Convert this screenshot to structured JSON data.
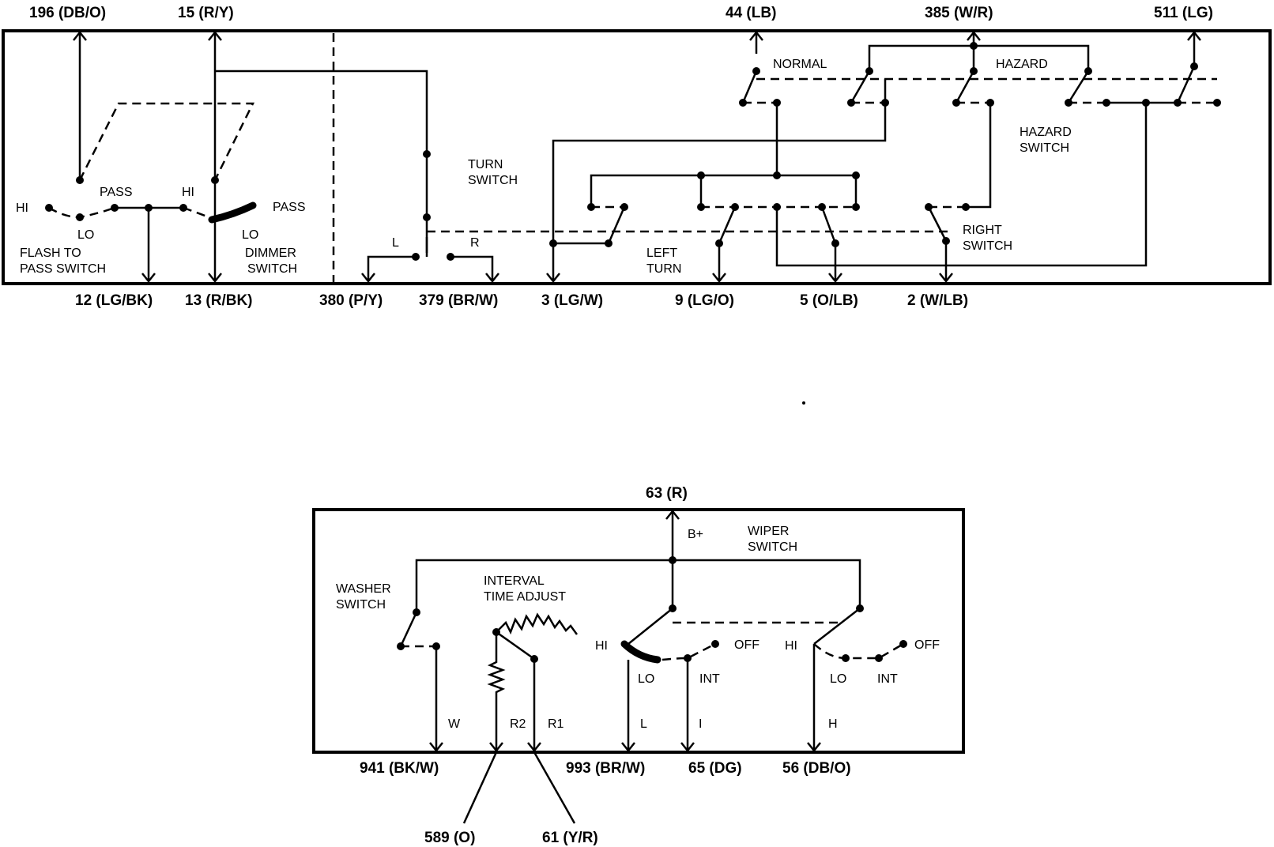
{
  "top_wires": {
    "w196": "196 (DB/O)",
    "w15": "15 (R/Y)",
    "w44": "44 (LB)",
    "w385": "385 (W/R)",
    "w511": "511 (LG)"
  },
  "bottom_wires": {
    "w12": "12 (LG/BK)",
    "w13": "13 (R/BK)",
    "w380": "380 (P/Y)",
    "w379": "379 (BR/W)",
    "w3": "3 (LG/W)",
    "w9": "9 (LG/O)",
    "w5": "5 (O/LB)",
    "w2": "2 (W/LB)"
  },
  "upper_labels": {
    "hi": "HI",
    "pass": "PASS",
    "hi2": "HI",
    "pass2": "PASS",
    "lo": "LO",
    "lo2": "LO",
    "flash_to": "FLASH TO",
    "pass_switch": "PASS SWITCH",
    "dimmer": "DIMMER",
    "dimmer_switch": "SWITCH",
    "turn": "TURN",
    "turn_switch": "SWITCH",
    "l": "L",
    "r": "R",
    "normal": "NORMAL",
    "hazard": "HAZARD",
    "hazard_switch_1": "HAZARD",
    "hazard_switch_2": "SWITCH",
    "left": "LEFT",
    "left_turn": "TURN",
    "right": "RIGHT",
    "right_switch": "SWITCH"
  },
  "lower_wires": {
    "w63": "63 (R)",
    "w941": "941 (BK/W)",
    "w993": "993 (BR/W)",
    "w65": "65 (DG)",
    "w56": "56 (DB/O)",
    "w589": "589 (O)",
    "w61": "61 (Y/R)"
  },
  "lower_labels": {
    "bplus": "B+",
    "wiper": "WIPER",
    "wiper_switch": "SWITCH",
    "washer": "WASHER",
    "washer_switch": "SWITCH",
    "interval": "INTERVAL",
    "time_adjust": "TIME ADJUST",
    "hi_a": "HI",
    "off_a": "OFF",
    "hi_b": "HI",
    "off_b": "OFF",
    "lo_a": "LO",
    "int_a": "INT",
    "lo_b": "LO",
    "int_b": "INT",
    "w": "W",
    "r2": "R2",
    "r1": "R1",
    "l": "L",
    "i": "I",
    "h": "H"
  }
}
